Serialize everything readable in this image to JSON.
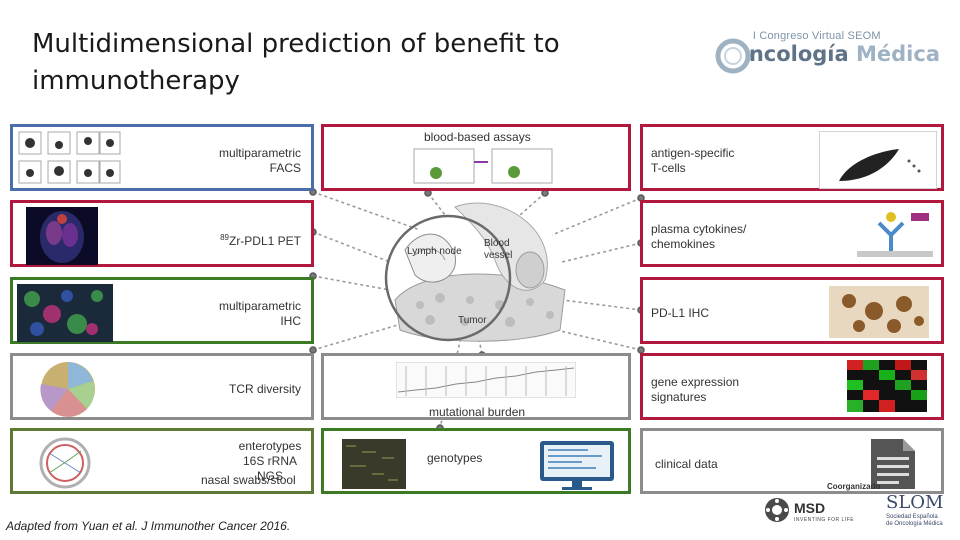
{
  "title_line1": "Multidimensional prediction of benefit to",
  "title_line2": "immunotherapy",
  "logo_top": "I Congreso Virtual SEOM",
  "logo_main_a": "ncología",
  "logo_main_b": " Médica",
  "colors": {
    "blue": "#4a6fa8",
    "red": "#b2183e",
    "gray": "#8c8c8c",
    "green": "#3d7a26",
    "olive": "#5c7a34"
  },
  "left": {
    "facs": {
      "label_l1": "multiparametric",
      "label_l2": "FACS"
    },
    "pet": {
      "sup": "89",
      "label": "Zr-PDL1 PET"
    },
    "ihc": {
      "label_l1": "multiparametric",
      "label_l2": "IHC"
    },
    "tcr": {
      "label": "TCR diversity"
    },
    "enterotypes": {
      "label_l1": "enterotypes",
      "label_l2": "16S rRNA NGS",
      "label_l3": "nasal swabs/stool"
    }
  },
  "center": {
    "blood_assays": "blood-based assays",
    "lymph_node": "Lymph node",
    "blood_vessel_l1": "Blood",
    "blood_vessel_l2": "vessel",
    "tumor": "Tumor",
    "mutational_burden": "mutational burden",
    "genotypes": "genotypes"
  },
  "right": {
    "antigen": {
      "label_l1": "antigen-specific",
      "label_l2": "T-cells"
    },
    "cytokines": {
      "label_l1": "plasma cytokines/",
      "label_l2": "chemokines"
    },
    "pdl1": {
      "label": "PD-L1 IHC"
    },
    "gene": {
      "label_l1": "gene expression",
      "label_l2": "signatures"
    },
    "clinical": {
      "label": "clinical data"
    }
  },
  "sponsor": {
    "coorganizado": "Coorganizado",
    "msd": "MSD",
    "msd_sub": "INVENTING FOR LIFE",
    "slom": "SLOM",
    "slom_sub1": "Sociedad Española",
    "slom_sub2": "de Oncología Médica"
  },
  "footnote": "Adapted from Yuan et al. J Immunother Cancer 2016."
}
